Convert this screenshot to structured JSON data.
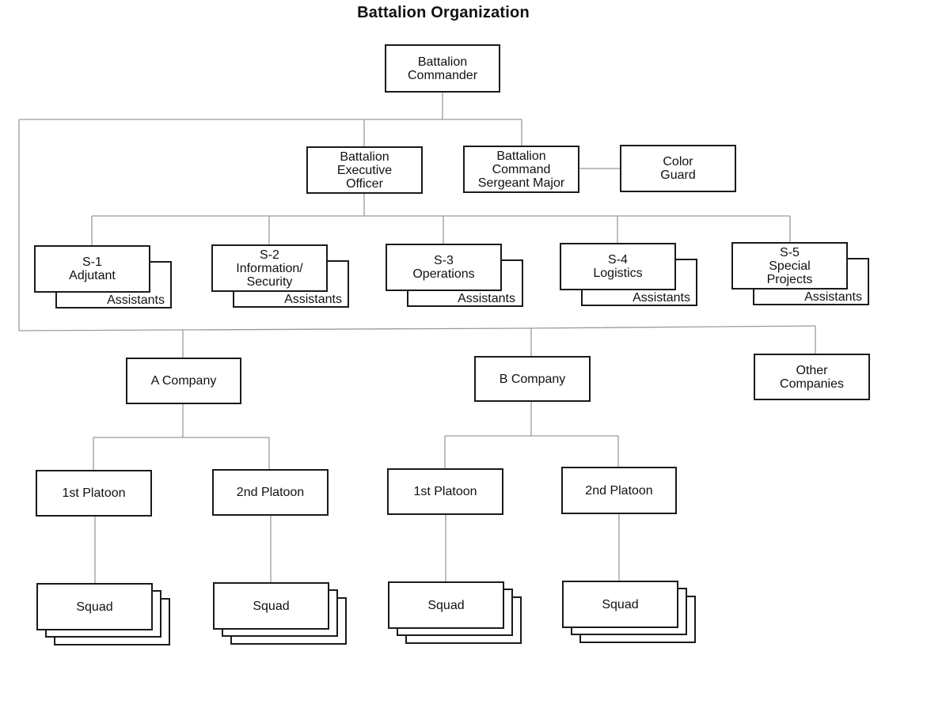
{
  "title": "Battalion Organization",
  "commander": "Battalion\nCommander",
  "xo": "Battalion\nExecutive\nOfficer",
  "csm": "Battalion\nCommand\nSergeant Major",
  "color_guard": "Color\nGuard",
  "staff": [
    {
      "name": "S-1\nAdjutant",
      "assistants": "Assistants"
    },
    {
      "name": "S-2\nInformation/\nSecurity",
      "assistants": "Assistants"
    },
    {
      "name": "S-3\nOperations",
      "assistants": "Assistants"
    },
    {
      "name": "S-4\nLogistics",
      "assistants": "Assistants"
    },
    {
      "name": "S-5\nSpecial\nProjects",
      "assistants": "Assistants"
    }
  ],
  "companies": {
    "a": "A Company",
    "b": "B Company",
    "other": "Other\nCompanies"
  },
  "platoons": [
    "1st Platoon",
    "2nd Platoon",
    "1st Platoon",
    "2nd Platoon"
  ],
  "squads": [
    "Squad",
    "Squad",
    "Squad",
    "Squad"
  ]
}
